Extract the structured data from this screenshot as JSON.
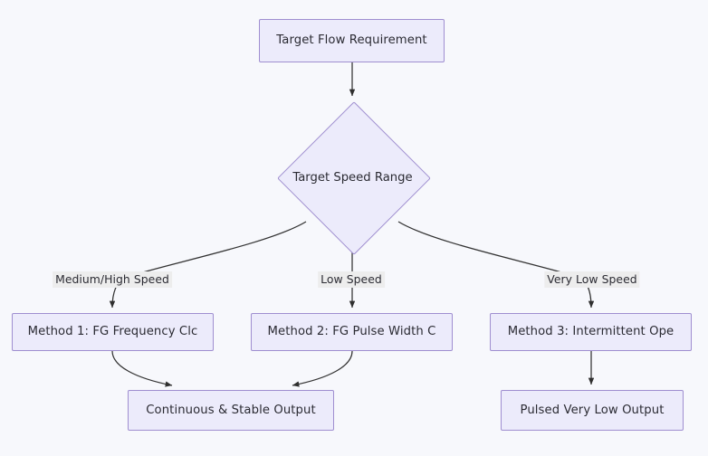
{
  "diagram": {
    "type": "flowchart",
    "direction": "top-down",
    "background_color": "#f7f8fc",
    "node_fill": "#ecebfb",
    "node_border": "#9f8ed0",
    "edge_color": "#333333",
    "edge_label_background": "#ededed",
    "nodes": {
      "target_flow": {
        "label": "Target Flow Requirement",
        "shape": "rectangle"
      },
      "decision": {
        "label": "Target Speed Range",
        "shape": "diamond"
      },
      "method_1": {
        "label": "Method 1: FG Frequency Clc",
        "shape": "rectangle"
      },
      "method_2": {
        "label": "Method 2: FG Pulse Width C",
        "shape": "rectangle"
      },
      "method_3": {
        "label": "Method 3: Intermittent Ope",
        "shape": "rectangle"
      },
      "output_continuous": {
        "label": "Continuous & Stable Output",
        "shape": "rectangle"
      },
      "output_pulsed": {
        "label": "Pulsed Very Low Output",
        "shape": "rectangle"
      }
    },
    "edge_labels": {
      "medium_high": "Medium/High Speed",
      "low": "Low Speed",
      "very_low": "Very Low Speed"
    },
    "edges": [
      {
        "from": "target_flow",
        "to": "decision",
        "label": ""
      },
      {
        "from": "decision",
        "to": "method_1",
        "label": "Medium/High Speed"
      },
      {
        "from": "decision",
        "to": "method_2",
        "label": "Low Speed"
      },
      {
        "from": "decision",
        "to": "method_3",
        "label": "Very Low Speed"
      },
      {
        "from": "method_1",
        "to": "output_continuous",
        "label": ""
      },
      {
        "from": "method_2",
        "to": "output_continuous",
        "label": ""
      },
      {
        "from": "method_3",
        "to": "output_pulsed",
        "label": ""
      }
    ]
  }
}
